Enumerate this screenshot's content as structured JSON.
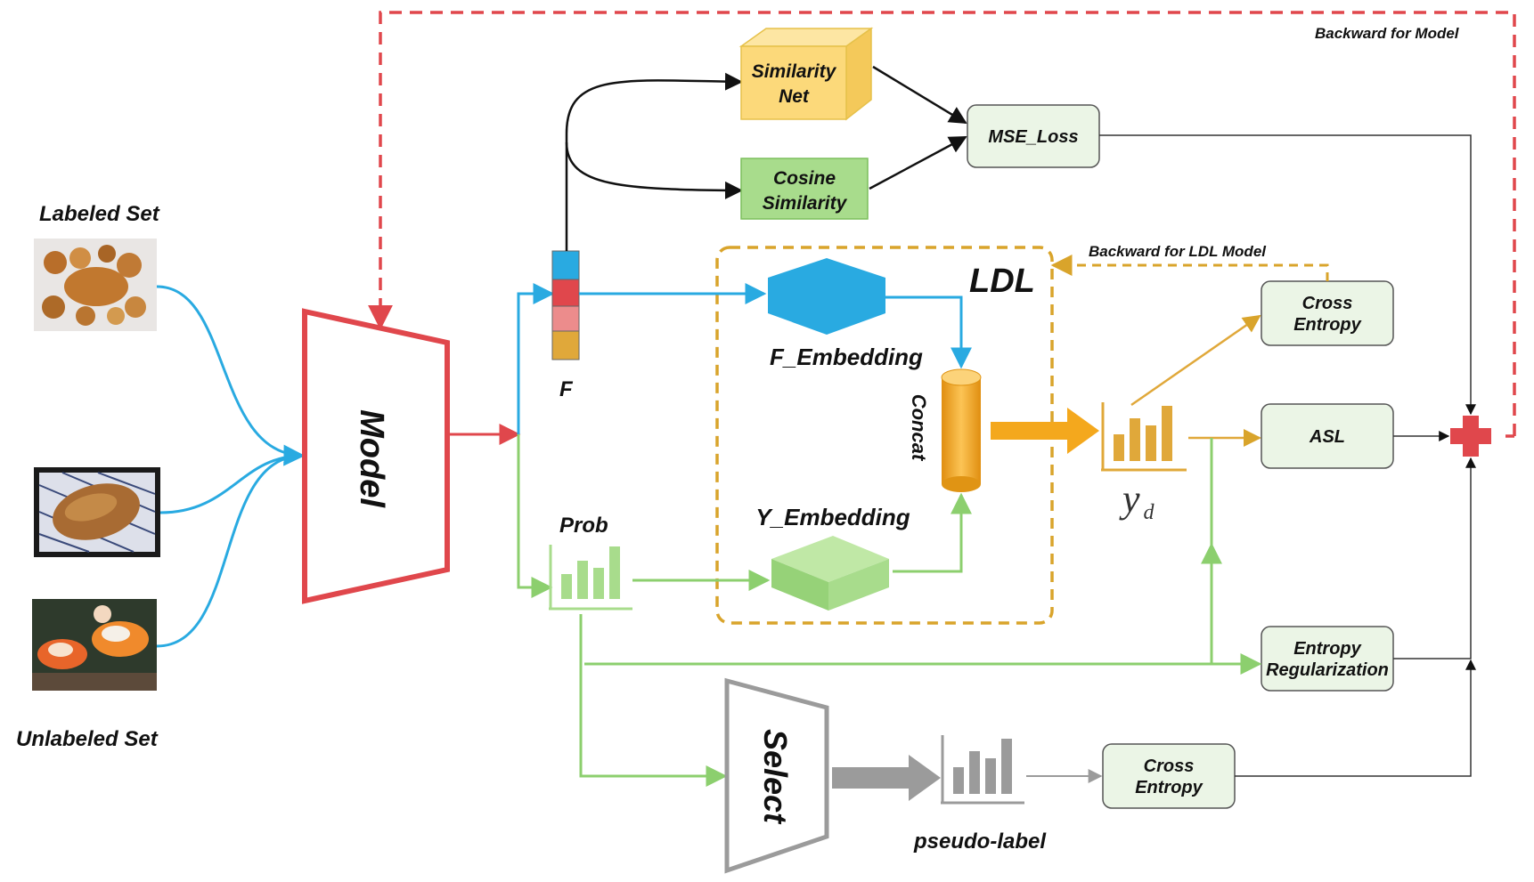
{
  "labels": {
    "labeled_set": "Labeled Set",
    "unlabeled_set": "Unlabeled Set",
    "model": "Model",
    "f": "F",
    "prob": "Prob",
    "similarity_net_1": "Similarity",
    "similarity_net_2": "Net",
    "cosine_similarity_1": "Cosine",
    "cosine_similarity_2": "Similarity",
    "mse_loss": "MSE_Loss",
    "ldl": "LDL",
    "f_embedding": "F_Embedding",
    "y_embedding": "Y_Embedding",
    "concat": "Concat",
    "y_main": "y",
    "y_sub": "d",
    "cross_entropy_top_1": "Cross",
    "cross_entropy_top_2": "Entropy",
    "asl": "ASL",
    "entropy_reg_1": "Entropy",
    "entropy_reg_2": "Regularization",
    "cross_entropy_bottom_1": "Cross",
    "cross_entropy_bottom_2": "Entropy",
    "select": "Select",
    "pseudo_label": "pseudo-label",
    "backward_model": "Backward for Model",
    "backward_ldl": "Backward for LDL Model"
  },
  "colors": {
    "red": "#e0474c",
    "blue": "#29aae1",
    "green": "#8ccf6e",
    "orange": "#f4a81d",
    "gold_dash": "#d9a42b",
    "gray": "#9b9b9b",
    "similarity_fill": "#fcd97a",
    "cosine_fill": "#a8dc8c",
    "box_fill": "#ebf5e6"
  },
  "icons": [
    "bread-photo-icon",
    "bread-cloth-photo-icon",
    "goldfish-photo-icon",
    "histogram-icon",
    "cylinder-icon",
    "hexagon-icon",
    "cube-icon",
    "plus-icon"
  ]
}
